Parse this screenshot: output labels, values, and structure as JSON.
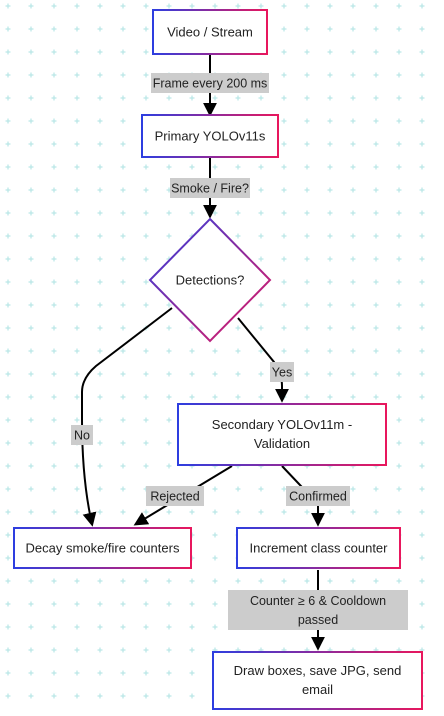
{
  "nodes": {
    "video": {
      "text": "Video / Stream"
    },
    "primary": {
      "text": "Primary YOLOv11s"
    },
    "detections": {
      "text": "Detections?"
    },
    "secondary": {
      "line1": "Secondary YOLOv11m -",
      "line2": "Validation"
    },
    "decay": {
      "text": "Decay smoke/fire counters"
    },
    "increment": {
      "text": "Increment class counter"
    },
    "draw": {
      "line1": "Draw boxes, save JPG, send",
      "line2": "email"
    }
  },
  "edges": {
    "frame": "Frame every 200 ms",
    "smoke_fire": "Smoke / Fire?",
    "yes": "Yes",
    "no": "No",
    "rejected": "Rejected",
    "confirmed": "Confirmed",
    "counter_line1": "Counter ≥ 6 & Cooldown",
    "counter_line2": "passed"
  },
  "colors": {
    "border_start": "#2d3ee0",
    "border_end": "#e8175d",
    "edge": "#000000",
    "edge_label_bg": "#cccccc",
    "grid": "#b8e6e6"
  }
}
